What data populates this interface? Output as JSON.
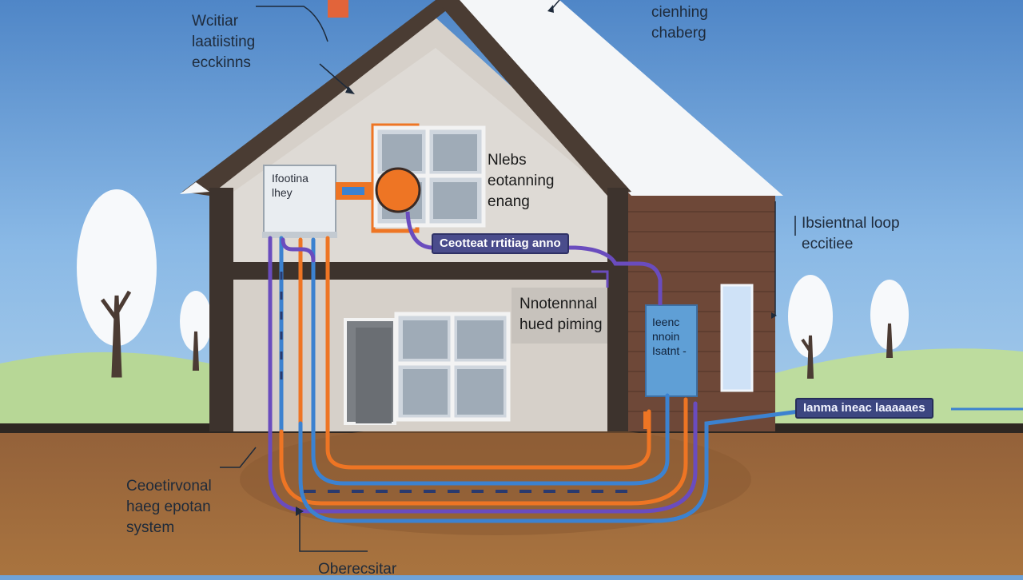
{
  "labels": {
    "window_insulation": "Wcitiar\nlaatiisting\necckinns",
    "cooling_chamber": "cienhing\nchaberg",
    "heat_exchange": "Nlebs\neotanning\nenang",
    "horizontal_loop": "Ibsientnal loop\neccitiee",
    "heat_pump": "Nnotennnal\nhued piming",
    "ground_system": "Ceoetirvonal\nhaeg epotan\nsystem",
    "bottom_note": "Oberecsitar"
  },
  "tags": {
    "center": "Ceotteat rrtitiag anno",
    "right": "Ianma   ineac laaaaaes"
  },
  "indoor_unit": "Ifootina\nlhey",
  "control_panel": "Ieenc\nnnoin\nIsatnt -",
  "colors": {
    "sky": "#6fa3d8",
    "soil": "#a06b3c",
    "grass": "#b9d99a",
    "wall": "#d8d2cb",
    "roof_white": "#f4f6f8",
    "roof_trim": "#4a3c33",
    "wood": "#6b4636",
    "pipe_orange": "#ee7524",
    "pipe_blue": "#3c82d0",
    "pipe_purple": "#6a4cbe"
  }
}
